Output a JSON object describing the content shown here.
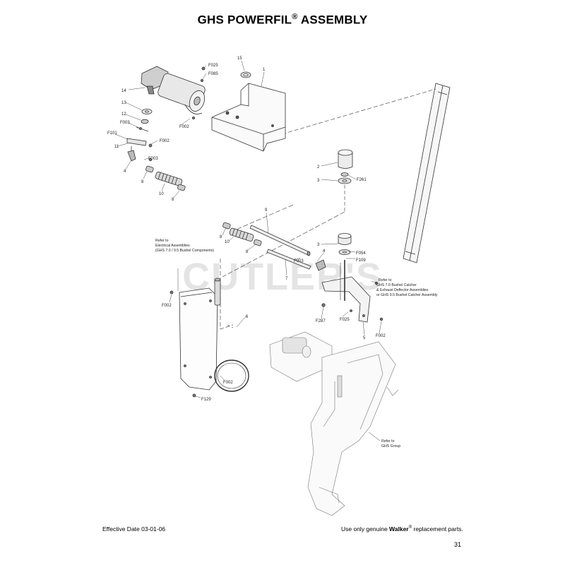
{
  "page": {
    "title_prefix": "GHS POWERFIL",
    "title_mark": "®",
    "title_suffix": " ASSEMBLY",
    "watermark": "CUTLER'S",
    "footer_left": "Effective Date 03-01-06",
    "footer_right_prefix": "Use only genuine ",
    "footer_right_brand": "Walker",
    "footer_right_mark": "®",
    "footer_right_suffix": " replacement parts.",
    "page_number": "31"
  },
  "callouts": {
    "c15": "15",
    "c1": "1",
    "cF025a": "F025",
    "cF085": "F085",
    "c14": "14",
    "c13": "13",
    "c12": "12",
    "cF003a": "F003",
    "cF101": "F101",
    "cF002a": "F002",
    "cF002b": "F002",
    "c11": "11",
    "cF003b": "F003",
    "c4a": "4",
    "c8a": "8",
    "c10a": "10",
    "c8b": "8",
    "c2": "2",
    "c3a": "3",
    "cF261": "F261",
    "c9": "9",
    "c8c": "8",
    "c10b": "10",
    "c8d": "8",
    "cF003c": "F003",
    "c7": "7",
    "c3b": "3",
    "c4b": "4",
    "cF054": "F054",
    "cF109": "F109",
    "cF002c": "F002",
    "c6": "6",
    "cF287": "F287",
    "cF025b": "F025",
    "c5": "5",
    "cF002d": "F002",
    "cF002e": "F002",
    "cF129": "F129"
  },
  "notes": {
    "electrical": [
      "Refer to",
      "Electrical Assemblies",
      "(GHS 7.0 / 9.5 Bushel Components)"
    ],
    "catcher": [
      "Refer to",
      "GHS 7.0 Bushel Catcher",
      "& Exhaust Deflector Assemblies",
      "or GHS 9.5 Bushel Catcher Assembly"
    ],
    "ghs": [
      "Refer to",
      "GHS Group"
    ]
  }
}
